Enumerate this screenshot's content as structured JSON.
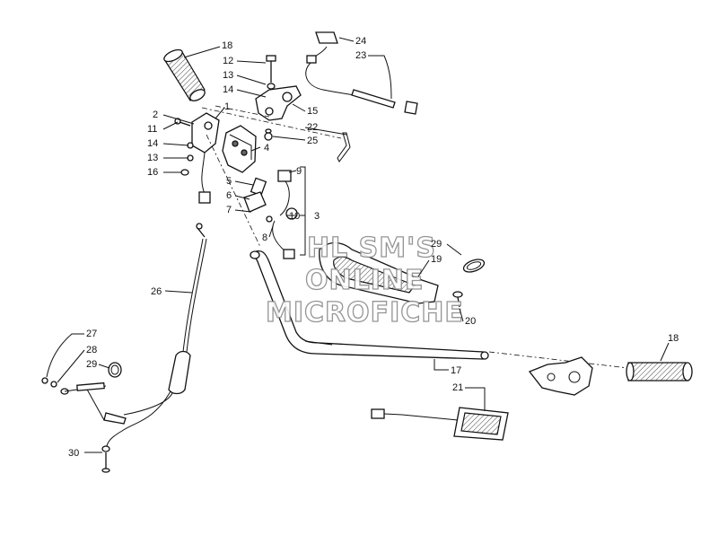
{
  "watermark": {
    "line1": "HL SM'S",
    "line2": "ONLINE",
    "line3": "MICROFICHE"
  },
  "callouts": {
    "c18a": "18",
    "c12": "12",
    "c13a": "13",
    "c14a": "14",
    "c1": "1",
    "c2": "2",
    "c11": "11",
    "c14b": "14",
    "c13b": "13",
    "c16": "16",
    "c15": "15",
    "c22": "22",
    "c25": "25",
    "c4": "4",
    "c5": "5",
    "c6": "6",
    "c7": "7",
    "c9": "9",
    "c3": "3",
    "c10": "10",
    "c8": "8",
    "c24": "24",
    "c23": "23",
    "c29a": "29",
    "c19": "19",
    "c20": "20",
    "c26": "26",
    "c27": "27",
    "c28": "28",
    "c29b": "29",
    "c17": "17",
    "c18b": "18",
    "c21": "21",
    "c30": "30"
  }
}
